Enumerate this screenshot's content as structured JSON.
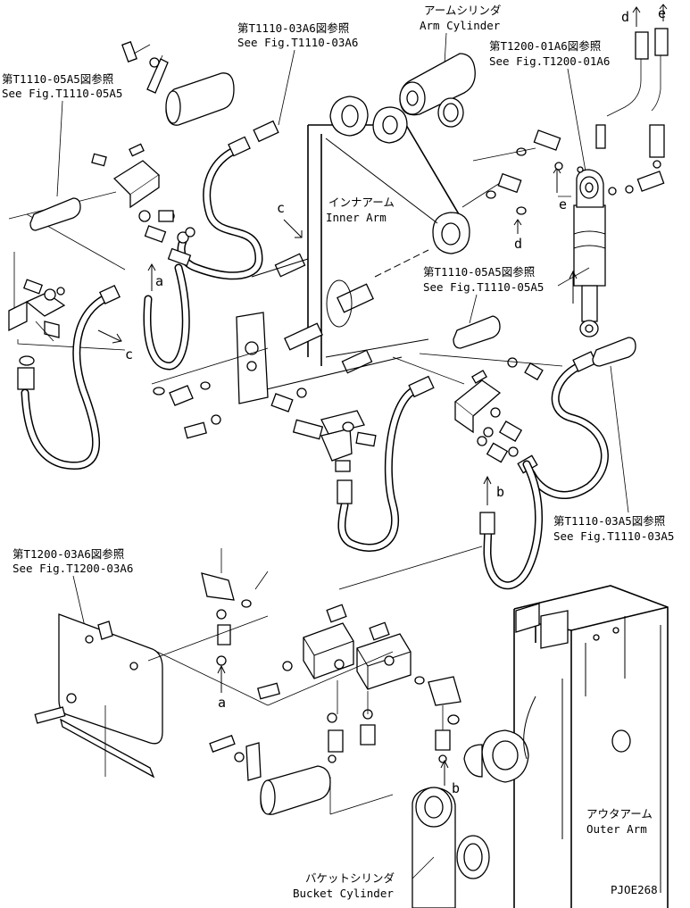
{
  "callouts": {
    "ref_t1110_03a6": {
      "jp": "第T1110-03A6図参照",
      "en": "See Fig.T1110-03A6"
    },
    "ref_t1110_05a5_left": {
      "jp": "第T1110-05A5図参照",
      "en": "See Fig.T1110-05A5"
    },
    "ref_t1200_01a6": {
      "jp": "第T1200-01A6図参照",
      "en": "See Fig.T1200-01A6"
    },
    "ref_t1110_05a5_mid": {
      "jp": "第T1110-05A5図参照",
      "en": "See Fig.T1110-05A5"
    },
    "ref_t1110_03a5": {
      "jp": "第T1110-03A5図参照",
      "en": "See Fig.T1110-03A5"
    },
    "ref_t1200_03a6": {
      "jp": "第T1200-03A6図参照",
      "en": "See Fig.T1200-03A6"
    }
  },
  "parts": {
    "arm_cylinder": {
      "jp": "アームシリンダ",
      "en": "Arm Cylinder"
    },
    "inner_arm": {
      "jp": "インナアーム",
      "en": "Inner Arm"
    },
    "outer_arm": {
      "jp": "アウタアーム",
      "en": "Outer Arm"
    },
    "bucket_cylinder": {
      "jp": "バケットシリンダ",
      "en": "Bucket Cylinder"
    }
  },
  "connection_marks": {
    "a_top": "a",
    "a_bottom": "a",
    "b_mid": "b",
    "b_bottom": "b",
    "c_upper": "c",
    "c_left": "c",
    "d_top": "d",
    "d_mid": "d",
    "e_top": "e",
    "e_mid": "e"
  },
  "drawing_code": "PJOE268"
}
